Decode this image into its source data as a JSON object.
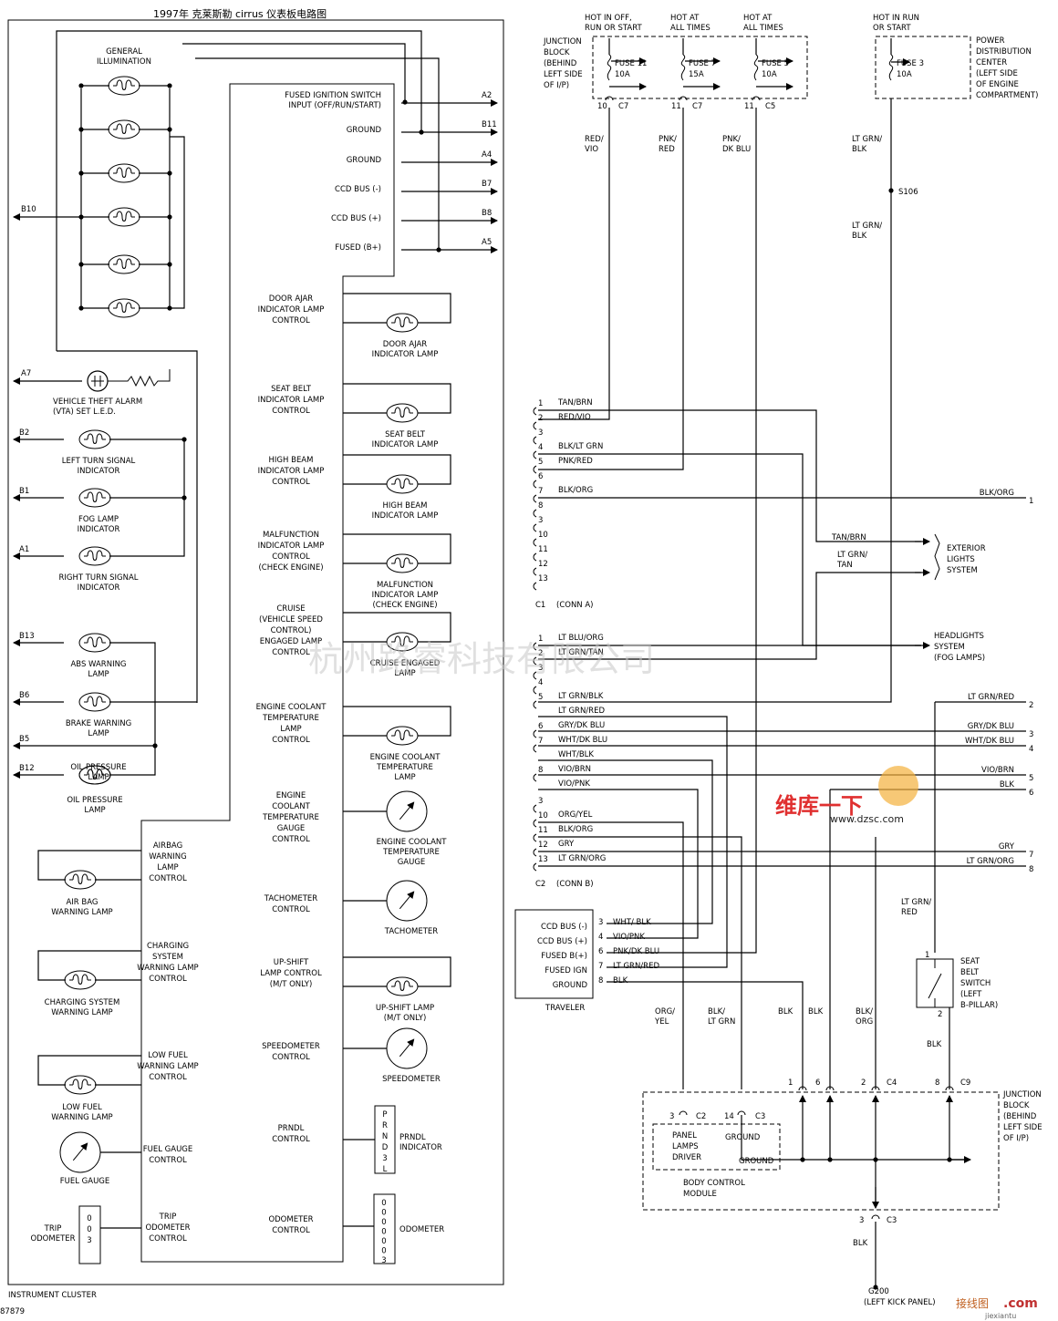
{
  "title": "1997年 克莱斯勒 cirrus 仪表板电路图",
  "cluster_label": "INSTRUMENT CLUSTER",
  "figure_id": "87879",
  "watermark": "杭州路睿科技有限公司",
  "brand_watermark": {
    "cn": "维库一下",
    "url": "www.dzsc.com",
    "corner": "接线图",
    "corner_url": ".com",
    "corner_site": "jiexiantu"
  },
  "top_sources": [
    {
      "hot": [
        "HOT IN OFF,",
        "RUN OR START"
      ],
      "fuse": "FUSE 11",
      "amp": "10A",
      "pin": "10",
      "conn": "C7"
    },
    {
      "hot": [
        "HOT AT",
        "ALL TIMES"
      ],
      "fuse": "FUSE 7",
      "amp": "15A",
      "pin": "11",
      "conn": "C7"
    },
    {
      "hot": [
        "HOT AT",
        "ALL TIMES"
      ],
      "fuse": "FUSE 5",
      "amp": "10A",
      "pin": "11",
      "conn": "C5"
    },
    {
      "hot": [
        "HOT IN RUN",
        "OR START"
      ],
      "fuse": "FUSE 3",
      "amp": "10A"
    }
  ],
  "junction_block_top": [
    "JUNCTION",
    "BLOCK",
    "(BEHIND",
    "LEFT SIDE",
    "OF I/P)"
  ],
  "pdc": [
    "POWER",
    "DISTRIBUTION",
    "CENTER",
    "(LEFT SIDE",
    "OF ENGINE",
    "COMPARTMENT)"
  ],
  "top_wires": [
    [
      "RED/",
      "VIO"
    ],
    [
      "PNK/",
      "RED"
    ],
    [
      "PNK/",
      "DK BLU"
    ],
    [
      "LT GRN/",
      "BLK"
    ],
    [
      "LT GRN/",
      "BLK"
    ]
  ],
  "splice": "S106",
  "cluster_pins": [
    {
      "label": [
        "FUSED IGNITION SWITCH",
        "INPUT (OFF/RUN/START)"
      ],
      "pin": "A2"
    },
    {
      "label": [
        "GROUND"
      ],
      "pin": "B11"
    },
    {
      "label": [
        "GROUND"
      ],
      "pin": "A4"
    },
    {
      "label": [
        "CCD BUS (-)"
      ],
      "pin": "B7"
    },
    {
      "label": [
        "CCD BUS (+)"
      ],
      "pin": "B8"
    },
    {
      "label": [
        "FUSED (B+)"
      ],
      "pin": "A5"
    }
  ],
  "general_illum": [
    "GENERAL",
    "ILLUMINATION"
  ],
  "b10": "B10",
  "vta": {
    "pin": "A7",
    "label": [
      "VEHICLE THEFT ALARM",
      "(VTA)         SET L.E.D."
    ]
  },
  "left_lamps": [
    {
      "pin": "B2",
      "label": [
        "LEFT TURN SIGNAL",
        "INDICATOR"
      ]
    },
    {
      "pin": "B1",
      "label": [
        "FOG LAMP",
        "INDICATOR"
      ]
    },
    {
      "pin": "A1",
      "label": [
        "RIGHT TURN SIGNAL",
        "INDICATOR"
      ]
    },
    {
      "pin": "B13",
      "label": [
        "ABS WARNING",
        "LAMP"
      ]
    },
    {
      "pin": "B6",
      "label": [
        "BRAKE WARNING",
        "LAMP"
      ]
    },
    {
      "pin": "B5",
      "label": [
        "OIL PRESSURE",
        "LAMP"
      ]
    },
    {
      "pin": "B12",
      "label": []
    }
  ],
  "right_controls": [
    {
      "ctl": [
        "DOOR AJAR",
        "INDICATOR LAMP",
        "CONTROL"
      ],
      "dev": [
        "DOOR AJAR",
        "INDICATOR LAMP"
      ]
    },
    {
      "ctl": [
        "SEAT BELT",
        "INDICATOR LAMP",
        "CONTROL"
      ],
      "dev": [
        "SEAT BELT",
        "INDICATOR LAMP"
      ]
    },
    {
      "ctl": [
        "HIGH BEAM",
        "INDICATOR LAMP",
        "CONTROL"
      ],
      "dev": [
        "HIGH BEAM",
        "INDICATOR LAMP"
      ]
    },
    {
      "ctl": [
        "MALFUNCTION",
        "INDICATOR LAMP",
        "CONTROL",
        "(CHECK ENGINE)"
      ],
      "dev": [
        "MALFUNCTION",
        "INDICATOR LAMP",
        "(CHECK ENGINE)"
      ]
    },
    {
      "ctl": [
        "CRUISE",
        "(VEHICLE SPEED",
        "CONTROL)",
        "ENGAGED LAMP",
        "CONTROL"
      ],
      "dev": [
        "CRUISE ENGAGED",
        "LAMP"
      ]
    },
    {
      "ctl": [
        "ENGINE COOLANT",
        "TEMPERATURE",
        "LAMP",
        "CONTROL"
      ],
      "dev": [
        "ENGINE COOLANT",
        "TEMPERATURE",
        "LAMP"
      ]
    },
    {
      "ctl": [
        "ENGINE",
        "COOLANT",
        "TEMPERATURE",
        "GAUGE",
        "CONTROL"
      ],
      "dev": [
        "ENGINE COOLANT",
        "TEMPERATURE",
        "GAUGE"
      ]
    },
    {
      "ctl": [
        "TACHOMETER",
        "CONTROL"
      ],
      "dev": [
        "TACHOMETER"
      ]
    },
    {
      "ctl": [
        "UP-SHIFT",
        "LAMP CONTROL",
        "(M/T ONLY)"
      ],
      "dev": [
        "UP-SHIFT LAMP",
        "(M/T ONLY)"
      ]
    },
    {
      "ctl": [
        "SPEEDOMETER",
        "CONTROL"
      ],
      "dev": [
        "SPEEDOMETER"
      ]
    },
    {
      "ctl": [
        "PRNDL",
        "CONTROL"
      ],
      "dev": [
        "PRNDL",
        "INDICATOR"
      ]
    },
    {
      "ctl": [
        "ODOMETER",
        "CONTROL"
      ],
      "dev": [
        "ODOMETER"
      ]
    }
  ],
  "left_controls": [
    {
      "ctl": [
        "AIRBAG",
        "WARNING",
        "LAMP",
        "CONTROL"
      ],
      "dev": [
        "AIR BAG",
        "WARNING LAMP"
      ]
    },
    {
      "ctl": [
        "CHARGING",
        "SYSTEM",
        "WARNING LAMP",
        "CONTROL"
      ],
      "dev": [
        "CHARGING SYSTEM",
        "WARNING LAMP"
      ]
    },
    {
      "ctl": [
        "LOW FUEL",
        "WARNING LAMP",
        "CONTROL"
      ],
      "dev": [
        "LOW FUEL",
        "WARNING LAMP"
      ]
    },
    {
      "ctl": [
        "FUEL GAUGE",
        "CONTROL"
      ],
      "dev": [
        "FUEL GAUGE"
      ]
    },
    {
      "ctl": [
        "TRIP",
        "ODOMETER",
        "CONTROL"
      ],
      "dev": [
        "TRIP",
        "ODOMETER"
      ]
    }
  ],
  "prndl_chars": [
    "P",
    "R",
    "N",
    "D",
    "3",
    "L"
  ],
  "odo_digits": [
    "0",
    "0",
    "0",
    "0",
    "0",
    "0",
    "3"
  ],
  "trip_digits": [
    "0",
    "0",
    "3"
  ],
  "conn_a": {
    "label": "C1",
    "name": "(CONN A)",
    "pins": [
      {
        "n": "1",
        "w": "TAN/BRN"
      },
      {
        "n": "2",
        "w": "RED/VIO"
      },
      {
        "n": "3",
        "w": ""
      },
      {
        "n": "4",
        "w": "BLK/LT GRN"
      },
      {
        "n": "5",
        "w": "PNK/RED"
      },
      {
        "n": "6",
        "w": ""
      },
      {
        "n": "7",
        "w": "BLK/ORG"
      },
      {
        "n": "8",
        "w": ""
      },
      {
        "n": "3",
        "w": ""
      },
      {
        "n": "10",
        "w": ""
      },
      {
        "n": "11",
        "w": ""
      },
      {
        "n": "12",
        "w": ""
      },
      {
        "n": "13",
        "w": ""
      }
    ]
  },
  "conn_b": {
    "label": "C2",
    "name": "(CONN B)",
    "pins": [
      {
        "n": "1",
        "w": "LT BLU/ORG"
      },
      {
        "n": "2",
        "w": "LT GRN/TAN"
      },
      {
        "n": "3",
        "w": ""
      },
      {
        "n": "4",
        "w": ""
      },
      {
        "n": "5",
        "w": "LT GRN/BLK"
      },
      {
        "n": "",
        "w": "LT GRN/RED"
      },
      {
        "n": "6",
        "w": "GRY/DK BLU"
      },
      {
        "n": "7",
        "w": "WHT/DK BLU"
      },
      {
        "n": "",
        "w": "WHT/BLK"
      },
      {
        "n": "8",
        "w": "VIO/BRN"
      },
      {
        "n": "",
        "w": "VIO/PNK"
      },
      {
        "n": "3",
        "w": ""
      },
      {
        "n": "10",
        "w": "ORG/YEL"
      },
      {
        "n": "11",
        "w": "BLK/ORG"
      },
      {
        "n": "12",
        "w": "GRY"
      },
      {
        "n": "13",
        "w": "LT GRN/ORG"
      }
    ]
  },
  "exterior_lights": {
    "wires": [
      "TAN/BRN",
      "LT GRN/",
      "TAN"
    ],
    "label": [
      "EXTERIOR",
      "LIGHTS",
      "SYSTEM"
    ]
  },
  "headlights": [
    "HEADLIGHTS",
    "SYSTEM",
    "(FOG LAMPS)"
  ],
  "right_exits": [
    {
      "w": "BLK/ORG",
      "n": "1"
    },
    {
      "w": "LT GRN/RED",
      "n": "2"
    },
    {
      "w": "GRY/DK BLU",
      "n": "3"
    },
    {
      "w": "WHT/DK BLU",
      "n": "4"
    },
    {
      "w": "VIO/BRN",
      "n": "5"
    },
    {
      "w": "BLK",
      "n": "6"
    },
    {
      "w": "GRY",
      "n": "7"
    },
    {
      "w": "LT GRN/ORG",
      "n": "8"
    }
  ],
  "traveler": {
    "label": "TRAVELER",
    "rows": [
      {
        "name": "CCD BUS (-)",
        "n": "3",
        "w": "WHT/ BLK"
      },
      {
        "name": "CCD BUS (+)",
        "n": "4",
        "w": "VIO/PNK"
      },
      {
        "name": "FUSED B(+)",
        "n": "6",
        "w": "PNK/DK BLU"
      },
      {
        "name": "FUSED IGN",
        "n": "7",
        "w": "LT GRN/RED"
      },
      {
        "name": "GROUND",
        "n": "8",
        "w": "BLK"
      }
    ]
  },
  "seat_belt": {
    "wire": [
      "LT GRN/",
      "RED"
    ],
    "label": [
      "SEAT",
      "BELT",
      "SWITCH",
      "(LEFT",
      "B-PILLAR)"
    ],
    "p1": "1",
    "p2": "2",
    "blk": "BLK"
  },
  "bottom_wires": [
    [
      "ORG/",
      "YEL"
    ],
    [
      "BLK/",
      "LT GRN"
    ],
    [
      "BLK"
    ],
    [
      "BLK"
    ],
    [
      "BLK/",
      "ORG"
    ]
  ],
  "bcm": {
    "panel": [
      "PANEL",
      "LAMPS",
      "DRIVER"
    ],
    "ground1": "GROUND",
    "ground2": "GROUND",
    "module": [
      "BODY CONTROL",
      "MODULE"
    ],
    "pin_a": "3",
    "conn_a": "C2",
    "pin_b": "14",
    "conn_b": "C3"
  },
  "jb_bottom": [
    "JUNCTION",
    "BLOCK",
    "(BEHIND",
    "LEFT SIDE",
    "OF I/P)"
  ],
  "jb_pins": [
    {
      "n": "1",
      "c": ""
    },
    {
      "n": "6",
      "c": ""
    },
    {
      "n": "2",
      "c": "C4"
    },
    {
      "n": "8",
      "c": "C9"
    }
  ],
  "ground": {
    "pin": "3",
    "conn": "C3",
    "wire": "BLK",
    "name": "G200",
    "loc": "(LEFT KICK PANEL)"
  }
}
